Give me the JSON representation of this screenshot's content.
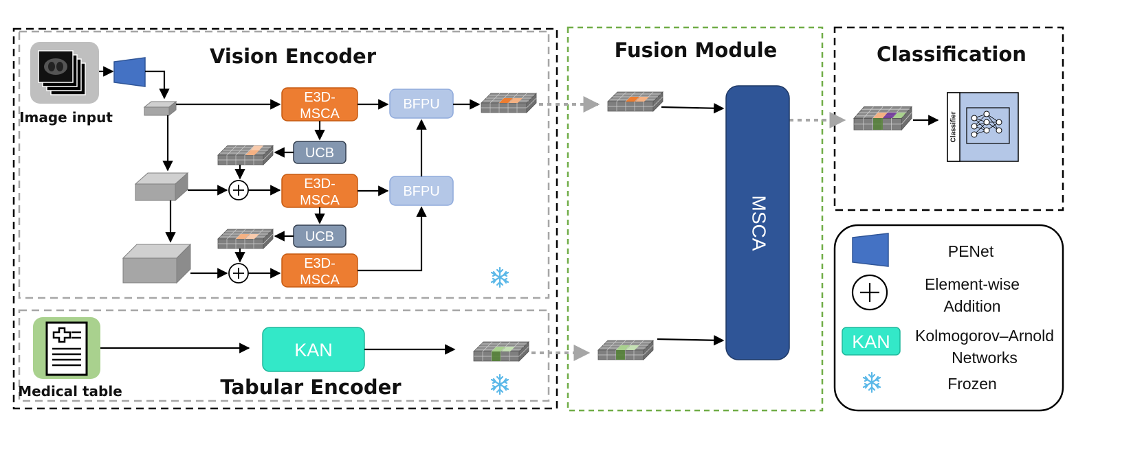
{
  "titles": {
    "vision_encoder": "Vision Encoder",
    "fusion_module": "Fusion Module",
    "classification": "Classification",
    "tabular_encoder": "Tabular Encoder"
  },
  "inputs": {
    "image_input": "Image input",
    "medical_table": "Medical table"
  },
  "blocks": {
    "e3d_msca_line1": "E3D-",
    "e3d_msca_line2": "MSCA",
    "bfpu": "BFPU",
    "ucb": "UCB",
    "kan": "KAN",
    "msca": "MSCA",
    "classifier": "Classifier"
  },
  "legend": {
    "penet": "PENet",
    "element_wise_line1": "Element-wise",
    "element_wise_line2": "Addition",
    "kan_badge": "KAN",
    "kan_line1": "Kolmogorov–Arnold",
    "kan_line2": "Networks",
    "frozen": "Frozen"
  },
  "colors": {
    "orange": "#ED7D31",
    "bfpu_blue": "#B4C7E7",
    "ucb_slate": "#8497B0",
    "kan_teal": "#33E8C8",
    "msca_navy": "#2F5597",
    "penet_blue": "#4472C4",
    "snow": "#5BB8E8",
    "fusion_border": "#70AD47"
  }
}
